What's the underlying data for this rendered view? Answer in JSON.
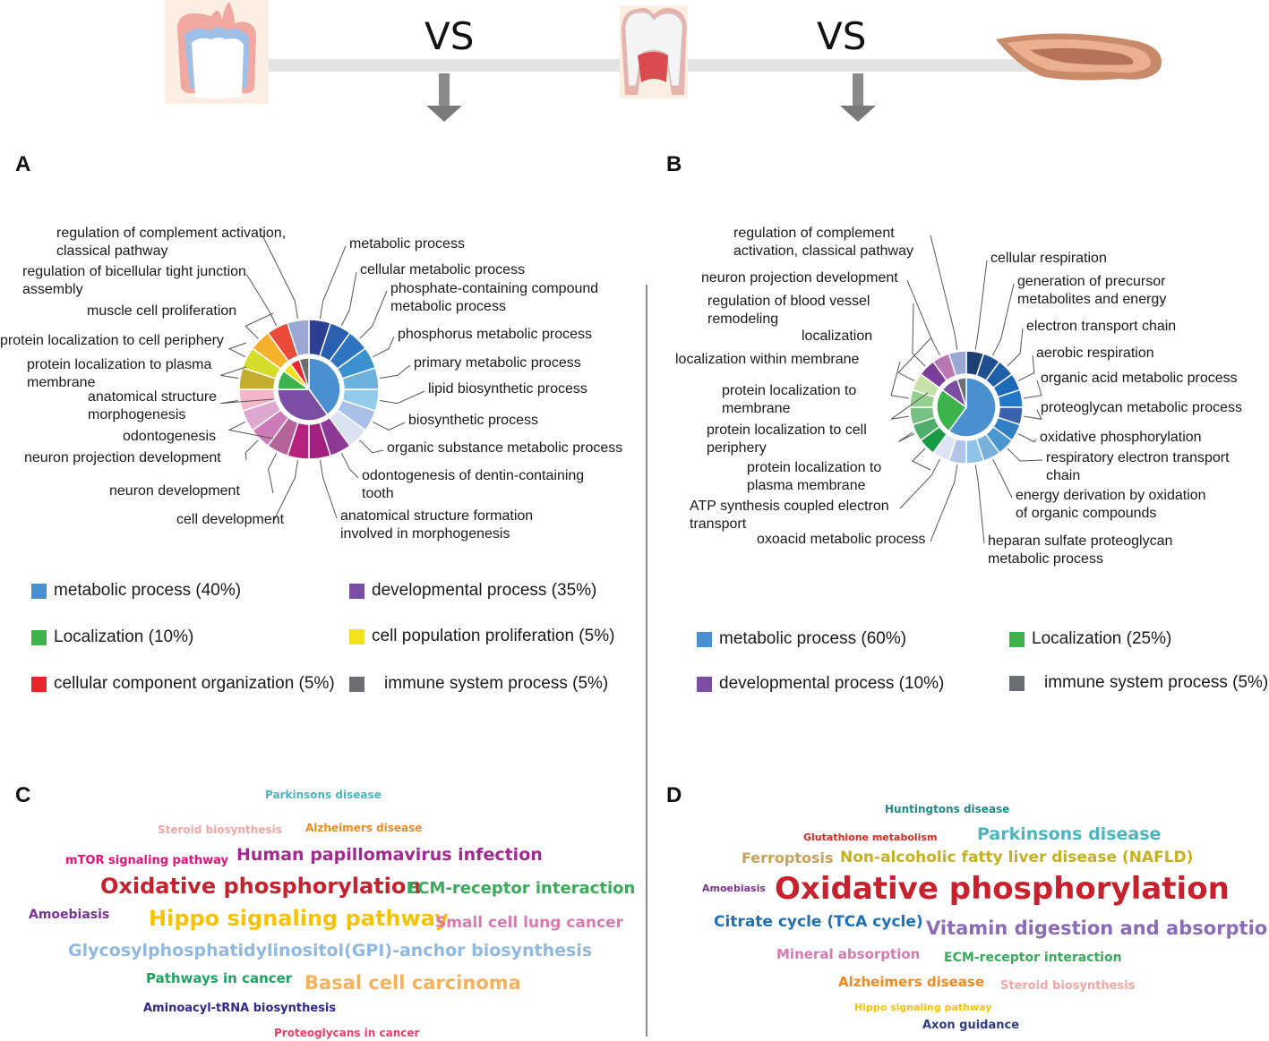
{
  "header": {
    "vs_left": "VS",
    "vs_right": "VS"
  },
  "panel_letters": {
    "a": "A",
    "b": "B",
    "c": "C",
    "d": "D"
  },
  "panel_a": {
    "labels": [
      "regulation of complement activation,\nclassical pathway",
      "regulation of bicellular tight junction\nassembly",
      "muscle cell proliferation",
      "protein localization to cell periphery",
      "protein localization to plasma\nmembrane",
      "anatomical structure\nmorphogenesis",
      "odontogenesis",
      "neuron projection development",
      "neuron development",
      "cell development",
      "metabolic process",
      "cellular metabolic process",
      "phosphate-containing compound\nmetabolic process",
      "phosphorus metabolic process",
      "primary metabolic process",
      "lipid biosynthetic process",
      "biosynthetic process",
      "organic substance metabolic process",
      "odontogenesis of dentin-containing\ntooth",
      "anatomical structure formation\ninvolved in morphogenesis"
    ],
    "legend": [
      {
        "label": "metabolic process (40%)",
        "color": "#4a8fd0"
      },
      {
        "label": "developmental process (35%)",
        "color": "#7a4fa3"
      },
      {
        "label": "Localization (10%)",
        "color": "#3cb44b"
      },
      {
        "label": "cell population proliferation (5%)",
        "color": "#f0e21c"
      },
      {
        "label": "cellular component organization (5%)",
        "color": "#e8252a"
      },
      {
        "label": "immune system process (5%)",
        "color": "#6d6e71"
      }
    ]
  },
  "panel_b": {
    "labels": [
      "regulation of complement\nactivation, classical pathway",
      "neuron projection development",
      "regulation of blood vessel\nremodeling",
      "localization",
      "localization within membrane",
      "protein localization to\nmembrane",
      "protein localization to cell\nperiphery",
      "protein localization to\nplasma membrane",
      "ATP synthesis coupled electron\ntransport",
      "oxoacid metabolic process",
      "cellular respiration",
      "generation of precursor\nmetabolites and energy",
      "electron transport chain",
      "aerobic respiration",
      "organic acid metabolic process",
      "proteoglycan metabolic process",
      "oxidative phosphorylation",
      "respiratory electron transport\nchain",
      "energy derivation by oxidation\nof organic compounds",
      "heparan sulfate proteoglycan\nmetabolic process"
    ],
    "legend": [
      {
        "label": "metabolic process (60%)",
        "color": "#4a8fd0"
      },
      {
        "label": "Localization (25%)",
        "color": "#3cb44b"
      },
      {
        "label": "developmental process (10%)",
        "color": "#7a4fa3"
      },
      {
        "label": "immune system process (5%)",
        "color": "#6d6e71"
      }
    ]
  },
  "chart_data": [
    {
      "type": "pie",
      "panel": "A",
      "inner_ring": [
        {
          "category": "metabolic process",
          "percent": 40,
          "color": "#4a8fd0"
        },
        {
          "category": "developmental process",
          "percent": 35,
          "color": "#7a4fa3"
        },
        {
          "category": "Localization",
          "percent": 10,
          "color": "#3cb44b"
        },
        {
          "category": "cell population proliferation",
          "percent": 5,
          "color": "#f0e21c"
        },
        {
          "category": "cellular component organization",
          "percent": 5,
          "color": "#e8252a"
        },
        {
          "category": "immune system process",
          "percent": 5,
          "color": "#6d6e71"
        }
      ],
      "outer_ring": [
        {
          "term": "metabolic process",
          "category": "metabolic process",
          "percent": 5,
          "color": "#2c3f93"
        },
        {
          "term": "cellular metabolic process",
          "category": "metabolic process",
          "percent": 5,
          "color": "#2a5fb0"
        },
        {
          "term": "phosphate-containing compound metabolic process",
          "category": "metabolic process",
          "percent": 5,
          "color": "#2f74c1"
        },
        {
          "term": "phosphorus metabolic process",
          "category": "metabolic process",
          "percent": 5,
          "color": "#3a91cf"
        },
        {
          "term": "primary metabolic process",
          "category": "metabolic process",
          "percent": 5,
          "color": "#6cb2dd"
        },
        {
          "term": "lipid biosynthetic process",
          "category": "metabolic process",
          "percent": 5,
          "color": "#93cbea"
        },
        {
          "term": "biosynthetic process",
          "category": "metabolic process",
          "percent": 5,
          "color": "#a9c1e6"
        },
        {
          "term": "organic substance metabolic process",
          "category": "metabolic process",
          "percent": 5,
          "color": "#dbe3f3"
        },
        {
          "term": "odontogenesis of dentin-containing tooth",
          "category": "developmental process",
          "percent": 5,
          "color": "#8c3a96"
        },
        {
          "term": "anatomical structure formation involved in morphogenesis",
          "category": "developmental process",
          "percent": 5,
          "color": "#a01f7f"
        },
        {
          "term": "cell development",
          "category": "developmental process",
          "percent": 5,
          "color": "#b6217e"
        },
        {
          "term": "neuron development",
          "category": "developmental process",
          "percent": 5,
          "color": "#b5649a"
        },
        {
          "term": "neuron projection development",
          "category": "developmental process",
          "percent": 5,
          "color": "#cc7bb8"
        },
        {
          "term": "odontogenesis",
          "category": "developmental process",
          "percent": 5,
          "color": "#dca8cf"
        },
        {
          "term": "anatomical structure morphogenesis",
          "category": "developmental process",
          "percent": 5,
          "color": "#f3b6cb"
        },
        {
          "term": "protein localization to plasma membrane",
          "category": "Localization",
          "percent": 5,
          "color": "#c4ac2c"
        },
        {
          "term": "protein localization to cell periphery",
          "category": "Localization",
          "percent": 5,
          "color": "#d5dc2a"
        },
        {
          "term": "muscle cell proliferation",
          "category": "cell population proliferation",
          "percent": 5,
          "color": "#f6b12d"
        },
        {
          "term": "regulation of bicellular tight junction assembly",
          "category": "cellular component organization",
          "percent": 5,
          "color": "#ea4a3a"
        },
        {
          "term": "regulation of complement activation, classical pathway",
          "category": "immune system process",
          "percent": 5,
          "color": "#9ba8d3"
        }
      ]
    },
    {
      "type": "pie",
      "panel": "B",
      "inner_ring": [
        {
          "category": "metabolic process",
          "percent": 60,
          "color": "#4a8fd0"
        },
        {
          "category": "Localization",
          "percent": 25,
          "color": "#3cb44b"
        },
        {
          "category": "developmental process",
          "percent": 10,
          "color": "#7a4fa3"
        },
        {
          "category": "immune system process",
          "percent": 5,
          "color": "#6d6e71"
        }
      ],
      "outer_ring": [
        {
          "term": "cellular respiration",
          "category": "metabolic process",
          "percent": 5,
          "color": "#1d3f72"
        },
        {
          "term": "generation of precursor metabolites and energy",
          "category": "metabolic process",
          "percent": 5,
          "color": "#1f4f8f"
        },
        {
          "term": "electron transport chain",
          "category": "metabolic process",
          "percent": 5,
          "color": "#1f5ea8"
        },
        {
          "term": "aerobic respiration",
          "category": "metabolic process",
          "percent": 5,
          "color": "#1d6bb8"
        },
        {
          "term": "organic acid metabolic process",
          "category": "metabolic process",
          "percent": 5,
          "color": "#2278c4"
        },
        {
          "term": "proteoglycan metabolic process",
          "category": "metabolic process",
          "percent": 5,
          "color": "#3b63ad"
        },
        {
          "term": "oxidative phosphorylation",
          "category": "metabolic process",
          "percent": 5,
          "color": "#2e7fc3"
        },
        {
          "term": "respiratory electron transport chain",
          "category": "metabolic process",
          "percent": 5,
          "color": "#4a96d0"
        },
        {
          "term": "energy derivation by oxidation of organic compounds",
          "category": "metabolic process",
          "percent": 5,
          "color": "#79b1dd"
        },
        {
          "term": "heparan sulfate proteoglycan metabolic process",
          "category": "metabolic process",
          "percent": 5,
          "color": "#8ec4e8"
        },
        {
          "term": "oxoacid metabolic process",
          "category": "metabolic process",
          "percent": 5,
          "color": "#b0c5e8"
        },
        {
          "term": "ATP synthesis coupled electron transport",
          "category": "metabolic process",
          "percent": 5,
          "color": "#dde5f4"
        },
        {
          "term": "protein localization to plasma membrane",
          "category": "Localization",
          "percent": 5,
          "color": "#169a44"
        },
        {
          "term": "protein localization to cell periphery",
          "category": "Localization",
          "percent": 5,
          "color": "#4fae6c"
        },
        {
          "term": "protein localization to membrane",
          "category": "Localization",
          "percent": 5,
          "color": "#76c181"
        },
        {
          "term": "localization within membrane",
          "category": "Localization",
          "percent": 5,
          "color": "#95cf8e"
        },
        {
          "term": "localization",
          "category": "Localization",
          "percent": 5,
          "color": "#c7e2a8"
        },
        {
          "term": "regulation of blood vessel remodeling",
          "category": "developmental process",
          "percent": 5,
          "color": "#7c3e98"
        },
        {
          "term": "neuron projection development",
          "category": "developmental process",
          "percent": 5,
          "color": "#b978b4"
        },
        {
          "term": "regulation of complement activation, classical pathway",
          "category": "immune system process",
          "percent": 5,
          "color": "#9ba8d3"
        }
      ]
    }
  ],
  "word_cloud_c": [
    {
      "text": "Parkinsons disease",
      "color": "#4fb3bf"
    },
    {
      "text": "Steroid biosynthesis",
      "color": "#f2a7a3"
    },
    {
      "text": "Alzheimers disease",
      "color": "#ef8a1e"
    },
    {
      "text": "mTOR signaling pathway",
      "color": "#e6107a"
    },
    {
      "text": "Human papillomavirus infection",
      "color": "#a3288f"
    },
    {
      "text": "Oxidative phosphorylation",
      "color": "#c8212e"
    },
    {
      "text": "ECM-receptor interaction",
      "color": "#3aaa5a"
    },
    {
      "text": "Amoebiasis",
      "color": "#7b3294"
    },
    {
      "text": "Hippo signaling pathway",
      "color": "#f5c300"
    },
    {
      "text": "Small cell lung cancer",
      "color": "#d67ab1"
    },
    {
      "text": "Glycosylphosphatidylinositol(GPI)-anchor biosynthesis",
      "color": "#8fb9e0"
    },
    {
      "text": "Pathways in cancer",
      "color": "#21a060"
    },
    {
      "text": "Basal cell carcinoma",
      "color": "#f7b15a"
    },
    {
      "text": "Aminoacyl-tRNA biosynthesis",
      "color": "#2f2a86"
    },
    {
      "text": "Proteoglycans in cancer",
      "color": "#ea3f66"
    }
  ],
  "word_cloud_d": [
    {
      "text": "Huntingtons disease",
      "color": "#1f8a86"
    },
    {
      "text": "Glutathione metabolism",
      "color": "#d7261e"
    },
    {
      "text": "Parkinsons disease",
      "color": "#4fb3bf"
    },
    {
      "text": "Ferroptosis",
      "color": "#c9a15a"
    },
    {
      "text": "Non-alcoholic fatty liver disease (NAFLD)",
      "color": "#c4b020"
    },
    {
      "text": "Amoebiasis",
      "color": "#7b3294"
    },
    {
      "text": "Oxidative phosphorylation",
      "color": "#c8212e"
    },
    {
      "text": "Citrate cycle (TCA cycle)",
      "color": "#1f6fb7"
    },
    {
      "text": "Vitamin digestion and absorption",
      "color": "#8a6bb8"
    },
    {
      "text": "Mineral absorption",
      "color": "#d67ab1"
    },
    {
      "text": "ECM-receptor interaction",
      "color": "#3aaa5a"
    },
    {
      "text": "Alzheimers disease",
      "color": "#ef8a1e"
    },
    {
      "text": "Steroid biosynthesis",
      "color": "#f2a7a3"
    },
    {
      "text": "Hippo signaling pathway",
      "color": "#f5c300"
    },
    {
      "text": "Axon guidance",
      "color": "#2f3a8c"
    }
  ]
}
